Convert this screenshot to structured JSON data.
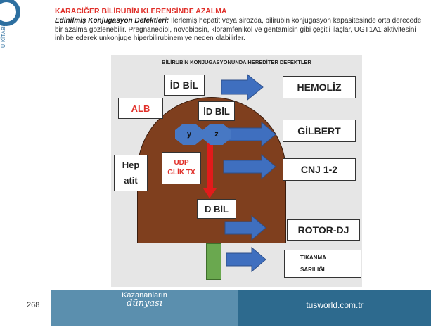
{
  "sidebar": {
    "vertical_text": "U KİTABI"
  },
  "heading": "KARACİĞER BİLİRUBİN KLERENSİNDE AZALMA",
  "paragraph": {
    "lead": "Edinilmiş Konjugasyon Defektleri:",
    "text": " İlerlemiş hepatit veya sirozda, bilirubin konjugasyon kapasitesinde orta derecede bir azalma gözlenebilir. Pregnanediol, novobiosin, kloramfenikol ve gentamisin gibi çeşitli ilaçlar, UGT1A1 aktivitesini inhibe ederek unkonjuge hiperbilirubinemiye neden olabilirler."
  },
  "diagram": {
    "title": "BİLİRUBİN KONJUGASYONUNDA HEREDİTER DEFEKTLER",
    "id_bil_top": "İD BİL",
    "id_bil_inner": "İD BİL",
    "alb": "ALB",
    "y": "y",
    "z": "z",
    "udp_line1": "UDP",
    "udp_line2": "GLİK TX",
    "d_bil": "D BİL",
    "hepatit_line1": "Hep",
    "hepatit_line2": "atit",
    "outcomes": {
      "hemoliz": "HEMOLİZ",
      "gilbert": "GİLBERT",
      "cnj": "CNJ 1-2",
      "rotor": "ROTOR-DJ",
      "tikanma1": "TIKANMA",
      "tikanma2": "SARILIĞI"
    },
    "colors": {
      "arrow": "#3f6fbf",
      "liver": "#7f3f1e",
      "red_text": "#e0302a",
      "green_bar": "#6aa84f"
    }
  },
  "footer": {
    "page_number": "268",
    "brand_line1": "Kazananların",
    "brand_line2": "dünyası",
    "website": "tusworld.com.tr"
  }
}
